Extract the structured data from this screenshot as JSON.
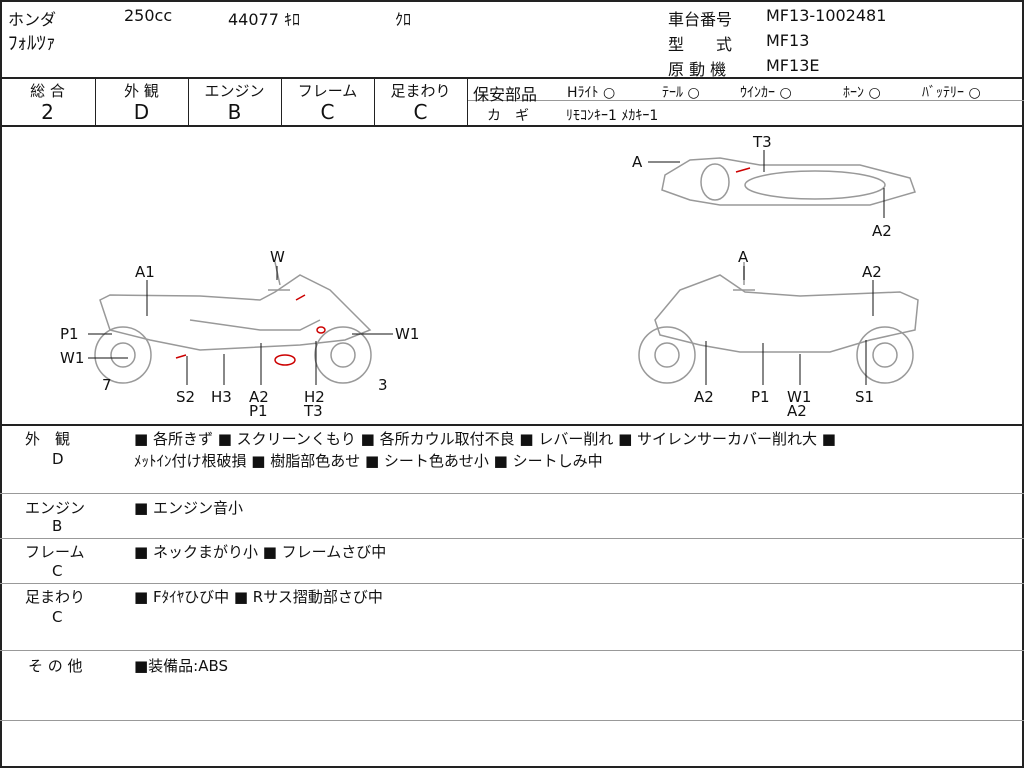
{
  "header": {
    "maker": "ホンダ",
    "displacement": "250cc",
    "mileage": "44077 ｷﾛ",
    "color": "ｸﾛ",
    "model_name": "ﾌｫﾙﾂｧ",
    "chassis_label": "車台番号",
    "chassis_no": "MF13-1002481",
    "type_label": "型　　式",
    "type_value": "MF13",
    "engine_label": "原 動 機",
    "engine_value": "MF13E"
  },
  "grades": [
    {
      "label": "総 合",
      "value": "2"
    },
    {
      "label": "外 観",
      "value": "D"
    },
    {
      "label": "エンジン",
      "value": "B"
    },
    {
      "label": "フレーム",
      "value": "C"
    },
    {
      "label": "足まわり",
      "value": "C"
    }
  ],
  "safety": {
    "label": "保安部品",
    "items": [
      "Hﾗｲﾄ ○",
      "ﾃｰﾙ ○",
      "ｳｲﾝｶｰ ○",
      "ﾎｰﾝ ○",
      "ﾊﾞｯﾃﾘｰ ○"
    ],
    "key_label": "カ　ギ",
    "key_value": "ﾘﾓｺﾝｷｰ1 ﾒｶｷｰ1"
  },
  "diagram_labels": {
    "left": [
      "A1",
      "P1",
      "W1",
      "7",
      "S2",
      "H3",
      "A2",
      "P1",
      "H2",
      "T3",
      "W",
      "W1",
      "3"
    ],
    "right": [
      "A",
      "A2",
      "A2",
      "P1",
      "W1",
      "A2",
      "S1"
    ],
    "top": [
      "A",
      "T3",
      "A2"
    ]
  },
  "remarks": [
    {
      "category": "外　観",
      "grade": "D",
      "lines": [
        "■ 各所きず ■ スクリーンくもり ■ 各所カウル取付不良 ■ レバー削れ ■ サイレンサーカバー削れ大 ■",
        "ﾒｯﾄｲﾝ付け根破損 ■ 樹脂部色あせ ■ シート色あせ小 ■ シートしみ中"
      ]
    },
    {
      "category": "エンジン",
      "grade": "B",
      "lines": [
        "■ エンジン音小"
      ]
    },
    {
      "category": "フレーム",
      "grade": "C",
      "lines": [
        "■ ネックまがり小 ■ フレームさび中"
      ]
    },
    {
      "category": "足まわり",
      "grade": "C",
      "lines": [
        "■ Fﾀｲﾔひび中 ■ Rサス摺動部さび中"
      ]
    },
    {
      "category": "そ の 他",
      "grade": "",
      "lines": [
        "■装備品:ABS"
      ]
    }
  ]
}
